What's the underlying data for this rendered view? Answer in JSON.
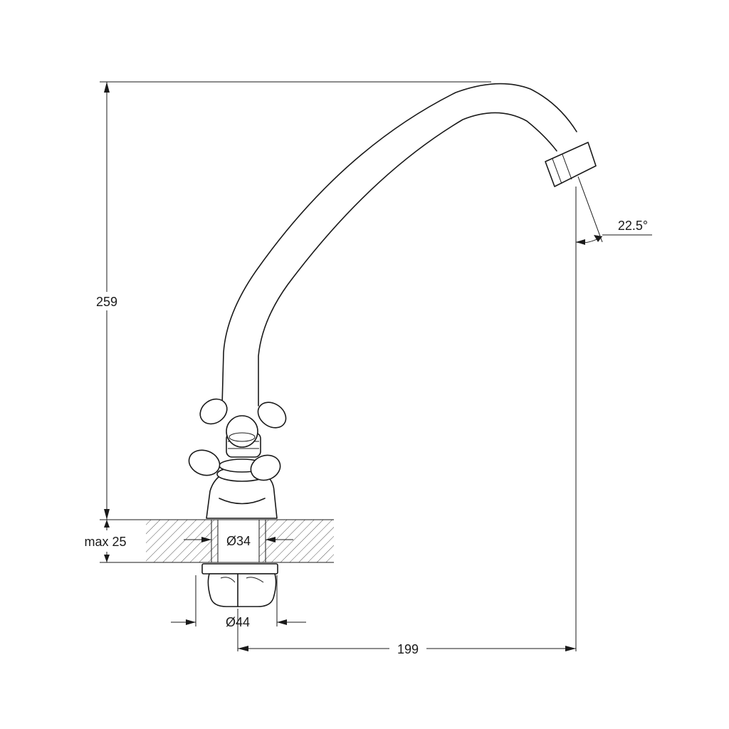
{
  "dimensions": {
    "height": "259",
    "reach": "199",
    "angle": "22.5°",
    "max_thickness": "max 25",
    "hole_diameter": "Ø34",
    "base_diameter": "Ø44"
  },
  "colors": {
    "line": "#1a1a1a",
    "background": "#ffffff"
  }
}
